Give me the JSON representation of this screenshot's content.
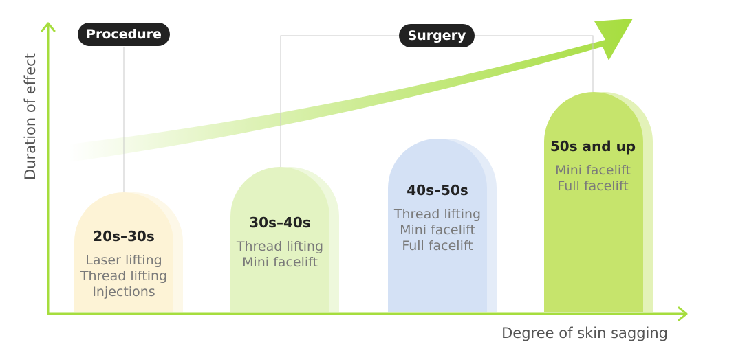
{
  "labels": {
    "procedure": "Procedure",
    "surgery": "Surgery",
    "y_axis": "Duration of effect",
    "x_axis": "Degree of skin sagging"
  },
  "columns": [
    {
      "age": "20s–30s",
      "items": [
        "Laser lifting",
        "Thread lifting",
        "Injections"
      ],
      "color": "#fdf3d6",
      "shade": "#fdf8e8"
    },
    {
      "age": "30s–40s",
      "items": [
        "Thread lifting",
        "Mini facelift"
      ],
      "color": "#e3f3c2",
      "shade": "#eef8dc"
    },
    {
      "age": "40s–50s",
      "items": [
        "Thread lifting",
        "Mini facelift",
        "Full facelift"
      ],
      "color": "#d4e1f5",
      "shade": "#e4ecf8"
    },
    {
      "age": "50s and up",
      "items": [
        "Mini facelift",
        "Full facelift"
      ],
      "color": "#c6e46c",
      "shade": "#e3f2b8"
    }
  ],
  "colors": {
    "accent": "#a6dd3e",
    "pill": "#222222",
    "connector": "#c8c8c8"
  }
}
